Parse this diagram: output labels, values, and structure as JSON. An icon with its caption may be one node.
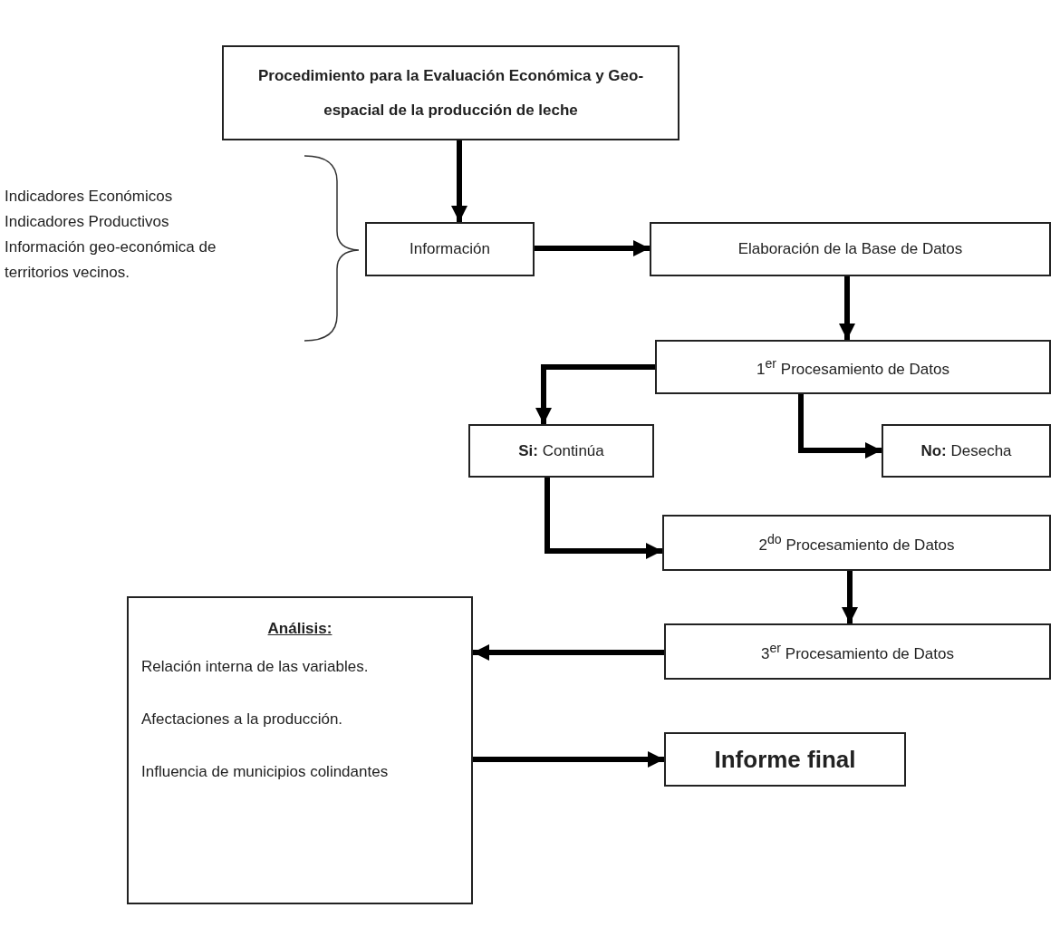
{
  "diagram": {
    "nodes": [
      {
        "text": [
          "Procedimiento para la Evaluación Económica y Geo-espacial de la producción de leche"
        ]
      },
      {
        "text": [
          "Información"
        ]
      },
      {
        "text": [
          "Elaboración de la Base de Datos"
        ]
      },
      {
        "text": [
          "1$^{er}$ Procesamiento  de Datos"
        ]
      },
      {
        "text": [
          "**Si:** Continúa"
        ]
      },
      {
        "text": [
          "**No:**  Desecha"
        ]
      },
      {
        "text": [
          "2$^{do}$ Procesamiento  de Datos"
        ]
      },
      {
        "text": [
          "3$^{er}$ Procesamiento  de Datos"
        ]
      },
      {
        "text": [
          "Análisis:",
          "Relación interna de las variables.",
          "Afectaciones a la producción.",
          "Influencia de municipios colindantes"
        ]
      },
      {
        "text": [
          "Informe final"
        ]
      }
    ],
    "edges": [
      {
        "from": 0,
        "to": 1,
        "arrow": "to"
      },
      {
        "from": 1,
        "to": 2,
        "arrow": "to"
      },
      {
        "from": 2,
        "to": 3,
        "arrow": "to"
      },
      {
        "from": 3,
        "to": 4,
        "arrow": "to"
      },
      {
        "from": 3,
        "to": 5,
        "arrow": "to"
      },
      {
        "from": 4,
        "to": 6,
        "arrow": "to"
      },
      {
        "from": 6,
        "to": 7,
        "arrow": "to"
      },
      {
        "from": 7,
        "to": 8,
        "arrow": "to"
      },
      {
        "from": 8,
        "to": 9,
        "arrow": "to"
      }
    ],
    "labels": [
      "Indicadores Económicos",
      "Indicadores Productivos",
      "Información geo-económica de territorios vecinos."
    ]
  }
}
